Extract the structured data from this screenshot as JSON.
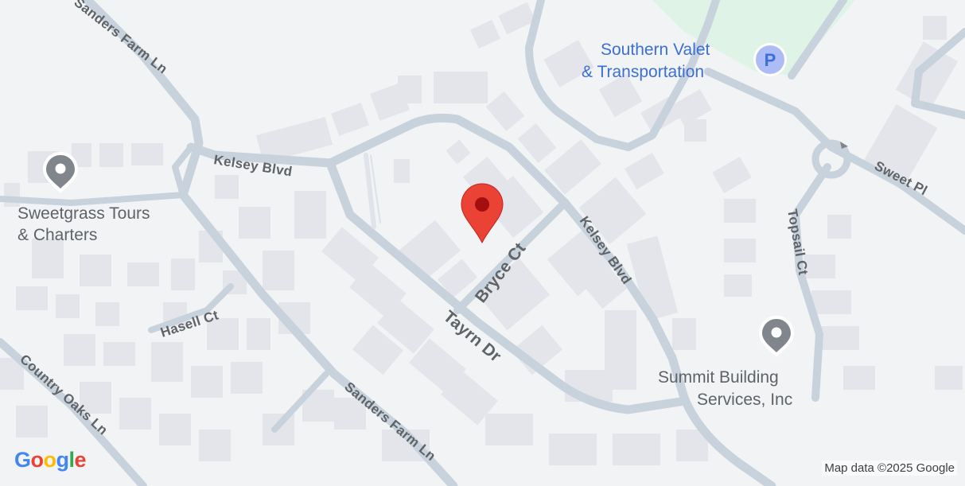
{
  "map": {
    "colors": {
      "background": "#f1f3f4",
      "road": "#c8d2dc",
      "road_casing": "#d3dbe3",
      "building": "#e1e3e8",
      "park": "#dff3e6",
      "street_text": "#5f6368",
      "poi_blue": "#3b6fd4",
      "poi_gray": "#80868b",
      "marker_red": "#ea4335"
    },
    "streets": {
      "sanders_farm_ln_top": "Sanders Farm Ln",
      "kelsey_blvd_left": "Kelsey Blvd",
      "kelsey_blvd_right": "Kelsey Blvd",
      "bryce_ct": "Bryce Ct",
      "tayrn_dr": "Tayrn Dr",
      "hasell_ct": "Hasell Ct",
      "country_oaks_ln": "Country Oaks Ln",
      "sanders_farm_ln_bottom": "Sanders Farm Ln",
      "topsail_ct": "Topsail Ct",
      "sweet_pl": "Sweet Pl"
    },
    "pois": {
      "southern_valet": {
        "line1": "Southern Valet",
        "line2": "& Transportation",
        "icon": "parking-icon",
        "icon_text": "P"
      },
      "sweetgrass": {
        "line1": "Sweetgrass Tours",
        "line2": "& Charters",
        "icon": "place-pin-icon"
      },
      "summit": {
        "line1": "Summit Building",
        "line2": "Services, Inc",
        "icon": "place-pin-icon"
      }
    },
    "marker": {
      "icon": "red-location-marker-icon"
    },
    "logo": {
      "G": "G",
      "o1": "o",
      "o2": "o",
      "g": "g",
      "l": "l",
      "e": "e"
    },
    "attribution": "Map data ©2025 Google"
  }
}
